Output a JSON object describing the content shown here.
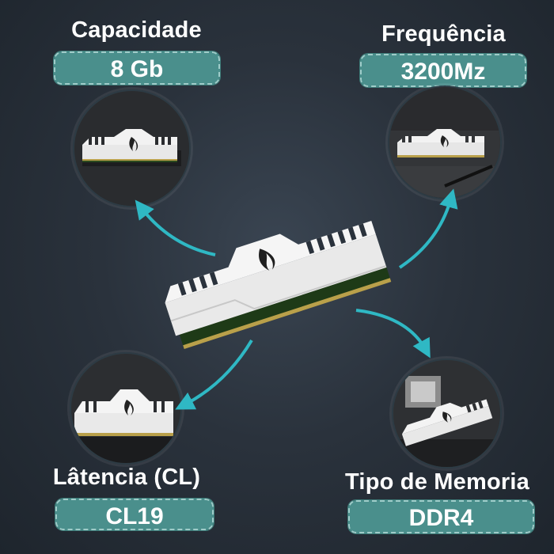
{
  "specs": {
    "capacity": {
      "title": "Capacidade",
      "value": "8 Gb"
    },
    "frequency": {
      "title": "Frequência",
      "value": "3200Mz"
    },
    "latency": {
      "title": "Lâtencia (CL)",
      "value": "CL19"
    },
    "memory_type": {
      "title": "Tipo de Memoria",
      "value": "DDR4"
    }
  },
  "colors": {
    "accent_teal": "#4a8f8c",
    "arrow_cyan": "#2fb8c4",
    "heatsink_white": "#eeeeee"
  },
  "icons": {
    "brand_logo": "flame-logo-icon"
  }
}
